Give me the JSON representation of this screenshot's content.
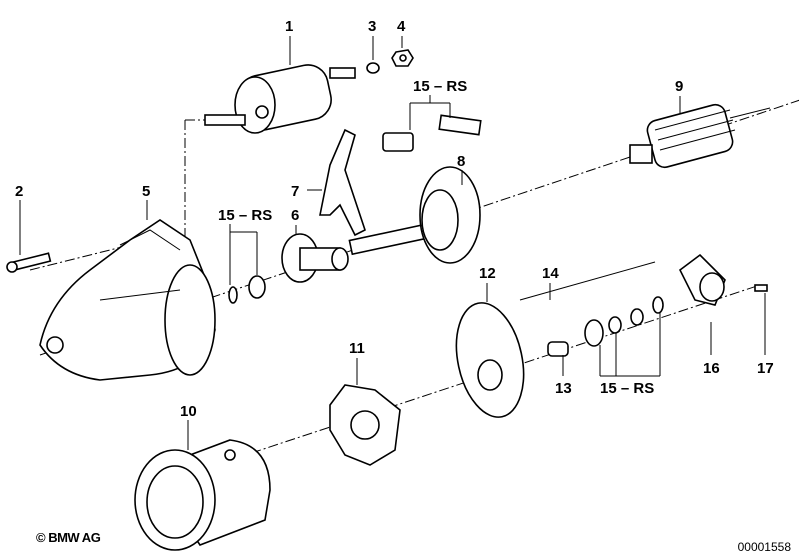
{
  "callouts": {
    "p1": "1",
    "p2": "2",
    "p3": "3",
    "p4": "4",
    "p5": "5",
    "p6": "6",
    "p7": "7",
    "p8": "8",
    "p9": "9",
    "p10": "10",
    "p11": "11",
    "p12": "12",
    "p13": "13",
    "p14": "14",
    "p16": "16",
    "p17": "17",
    "rs_top": "15 – RS",
    "rs_left": "15 – RS",
    "rs_right": "15 – RS"
  },
  "footer": {
    "copyright": "© BMW AG",
    "document_number": "00001558"
  }
}
